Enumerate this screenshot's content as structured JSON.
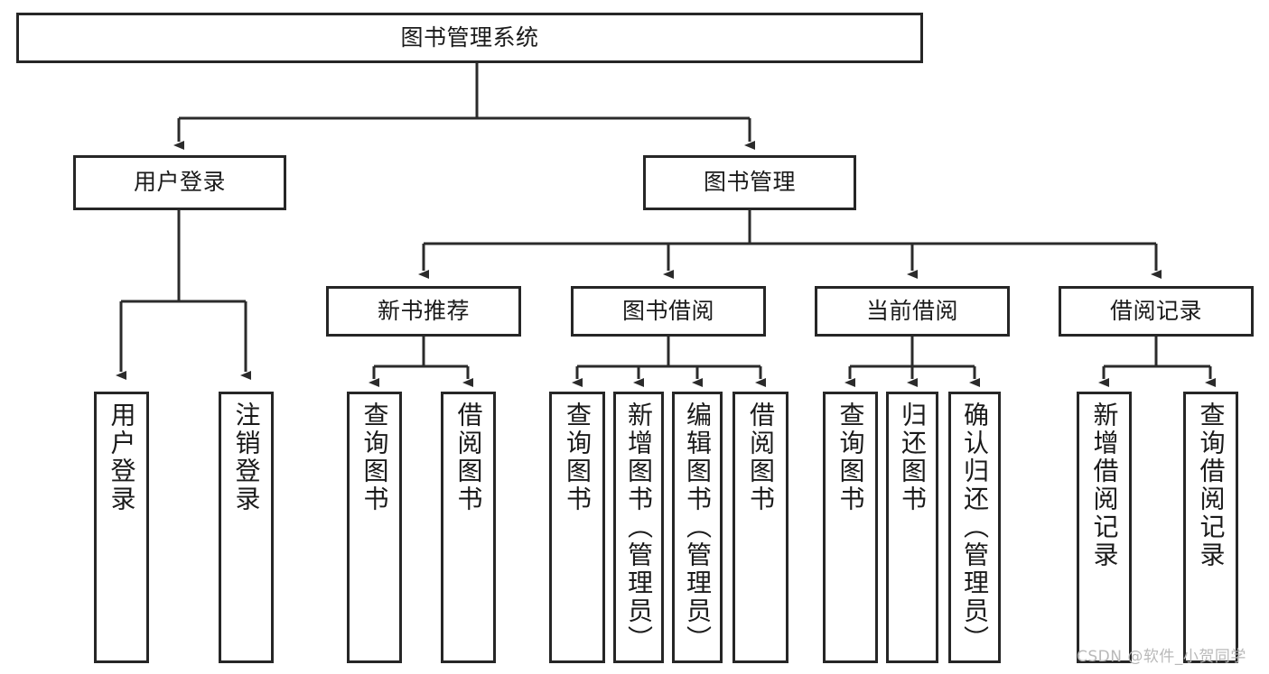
{
  "diagram": {
    "title": "图书管理系统",
    "type": "tree-hierarchy-chart",
    "root": {
      "label": "图书管理系统"
    },
    "level2": [
      {
        "label": "用户登录"
      },
      {
        "label": "图书管理"
      }
    ],
    "level3": [
      {
        "label": "新书推荐"
      },
      {
        "label": "图书借阅"
      },
      {
        "label": "当前借阅"
      },
      {
        "label": "借阅记录"
      }
    ],
    "leaves_user_login": [
      {
        "label": "用户登录"
      },
      {
        "label": "注销登录"
      }
    ],
    "leaves_new_book": [
      {
        "label": "查询图书"
      },
      {
        "label": "借阅图书"
      }
    ],
    "leaves_borrow": [
      {
        "label": "查询图书"
      },
      {
        "label": "新增图书（管理员）"
      },
      {
        "label": "编辑图书（管理员）"
      },
      {
        "label": "借阅图书"
      }
    ],
    "leaves_current": [
      {
        "label": "查询图书"
      },
      {
        "label": "归还图书"
      },
      {
        "label": "确认归还（管理员）"
      }
    ],
    "leaves_record": [
      {
        "label": "新增借阅记录"
      },
      {
        "label": "查询借阅记录"
      }
    ]
  },
  "watermark": {
    "text": "CSDN @软件_小贺同学"
  },
  "colors": {
    "border": "#262626",
    "fill": "#ffffff",
    "text": "#1a1a1a",
    "watermark": "#b9b9b9",
    "background": "#ffffff"
  }
}
